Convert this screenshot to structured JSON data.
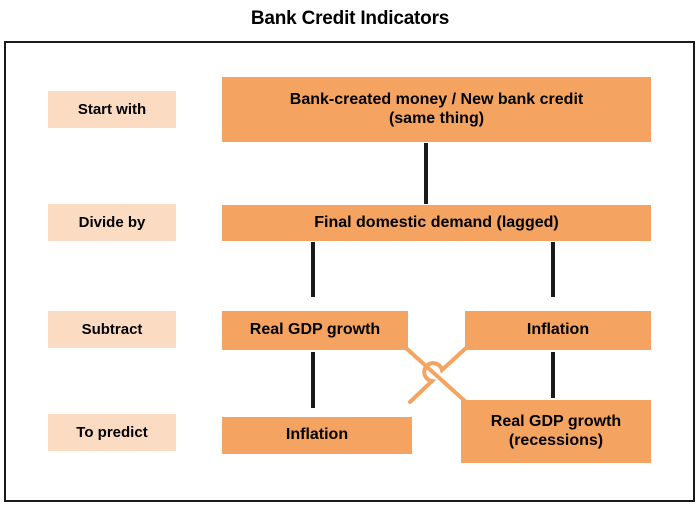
{
  "title": "Bank Credit Indicators",
  "colors": {
    "content_box": "#F4A460",
    "stage_label_box": "#FBDCC2",
    "connector_black": "#1a1a1a",
    "connector_orange": "#F4A460",
    "frame_border": "#1a1a1a",
    "text": "#000000",
    "background": "#FFFFFF"
  },
  "stage_labels": [
    {
      "id": "start-with",
      "text": "Start with"
    },
    {
      "id": "divide-by",
      "text": "Divide by"
    },
    {
      "id": "subtract",
      "text": "Subtract"
    },
    {
      "id": "to-predict",
      "text": "To predict"
    }
  ],
  "boxes": {
    "bank_credit": {
      "line1": "Bank-created money / New bank credit",
      "line2": "(same thing)"
    },
    "final_demand": {
      "line1": "Final domestic demand (lagged)"
    },
    "real_gdp_growth": {
      "line1": "Real GDP growth"
    },
    "inflation_right": {
      "line1": "Inflation"
    },
    "inflation_left": {
      "line1": "Inflation"
    },
    "real_gdp_recessions": {
      "line1": "Real GDP growth",
      "line2": "(recessions)"
    }
  },
  "chart_data": {
    "type": "diagram",
    "title": "Bank Credit Indicators",
    "diagram_kind": "flow",
    "stages": [
      {
        "stage": "Start with",
        "nodes": [
          "Bank-created money / New bank credit (same thing)"
        ]
      },
      {
        "stage": "Divide by",
        "nodes": [
          "Final domestic demand (lagged)"
        ]
      },
      {
        "stage": "Subtract",
        "nodes": [
          "Real GDP growth",
          "Inflation"
        ]
      },
      {
        "stage": "To predict",
        "nodes": [
          "Inflation",
          "Real GDP growth (recessions)"
        ]
      }
    ],
    "connections": [
      {
        "from": "Bank-created money / New bank credit (same thing)",
        "to": "Final domestic demand (lagged)",
        "style": "vertical-black"
      },
      {
        "from": "Final domestic demand (lagged)",
        "to": "Real GDP growth",
        "style": "vertical-black"
      },
      {
        "from": "Final domestic demand (lagged)",
        "to": "Inflation",
        "style": "vertical-black"
      },
      {
        "from": "Real GDP growth",
        "to": "Inflation",
        "style": "vertical-black"
      },
      {
        "from": "Inflation",
        "to": "Real GDP growth (recessions)",
        "style": "vertical-black"
      },
      {
        "from": "Real GDP growth",
        "to": "Real GDP growth (recessions)",
        "style": "diagonal-orange-crossing"
      },
      {
        "from": "Inflation",
        "to": "Inflation",
        "style": "diagonal-orange-crossing-hop"
      }
    ]
  }
}
